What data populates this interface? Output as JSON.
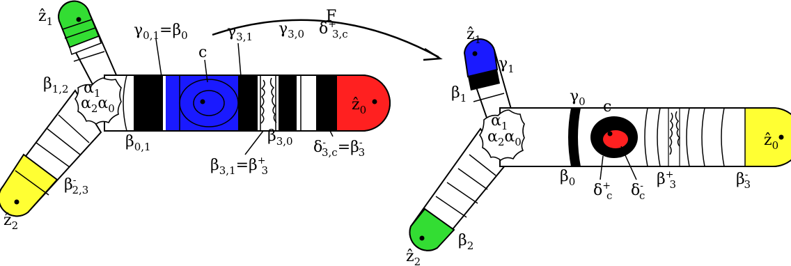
{
  "arrow_label": "F",
  "colors": {
    "blue": "#1a1aff",
    "red": "#ff2020",
    "green": "#33dd33",
    "yellow": "#ffff33",
    "black": "#000000",
    "white": "#ffffff"
  },
  "left": {
    "labels": {
      "z1": {
        "main": "ẑ",
        "sub": "1"
      },
      "z2": {
        "main": "ẑ",
        "sub": "2"
      },
      "z0": {
        "main": "ẑ",
        "sub": "0"
      },
      "beta12": {
        "main": "β",
        "sub": "1,2"
      },
      "beta01": {
        "main": "β",
        "sub": "0,1"
      },
      "beta23": {
        "main": "β",
        "sup": "-",
        "sub": "2,3"
      },
      "gamma01": {
        "main": "γ",
        "sub": "0,1",
        "tail": "=β",
        "tail_sub": "0"
      },
      "c": {
        "main": "c"
      },
      "gamma31": {
        "main": "γ",
        "sub": "3,1"
      },
      "gamma30": {
        "main": "γ",
        "sub": "3,0"
      },
      "delta3c_plus": {
        "main": "δ",
        "sup": "+",
        "sub": "3,c"
      },
      "beta30": {
        "main": "β",
        "sub": "3,0"
      },
      "beta31": {
        "main": "β",
        "sub": "3,1",
        "tail": "=β",
        "tail_sup": "+",
        "tail_sub": "3"
      },
      "delta3c_minus": {
        "main": "δ",
        "sup": "-",
        "sub": "3,c",
        "tail": "=β",
        "tail_sup": "-",
        "tail_sub": "3"
      },
      "alpha1": {
        "main": "α",
        "sub": "1"
      },
      "alpha2": {
        "main": "α",
        "sub": "2"
      },
      "alpha0": {
        "main": "α",
        "sub": "0"
      }
    }
  },
  "right": {
    "labels": {
      "z1": {
        "main": "ẑ",
        "sub": "1"
      },
      "z2": {
        "main": "ẑ",
        "sub": "2"
      },
      "z0": {
        "main": "ẑ",
        "sub": "0"
      },
      "gamma1": {
        "main": "γ",
        "sub": "1"
      },
      "beta1": {
        "main": "β",
        "sub": "1"
      },
      "beta2": {
        "main": "β",
        "sub": "2"
      },
      "gamma0": {
        "main": "γ",
        "sub": "0"
      },
      "c": {
        "main": "c"
      },
      "beta0": {
        "main": "β",
        "sub": "0"
      },
      "deltac_plus": {
        "main": "δ",
        "sup": "+",
        "sub": "c"
      },
      "deltac_minus": {
        "main": "δ",
        "sup": "-",
        "sub": "c"
      },
      "beta3_plus": {
        "main": "β",
        "sup": "+",
        "sub": "3"
      },
      "beta3_minus": {
        "main": "β",
        "sup": "-",
        "sub": "3"
      },
      "alpha1": {
        "main": "α",
        "sub": "1"
      },
      "alpha2": {
        "main": "α",
        "sub": "2"
      },
      "alpha0": {
        "main": "α",
        "sub": "0"
      }
    }
  }
}
